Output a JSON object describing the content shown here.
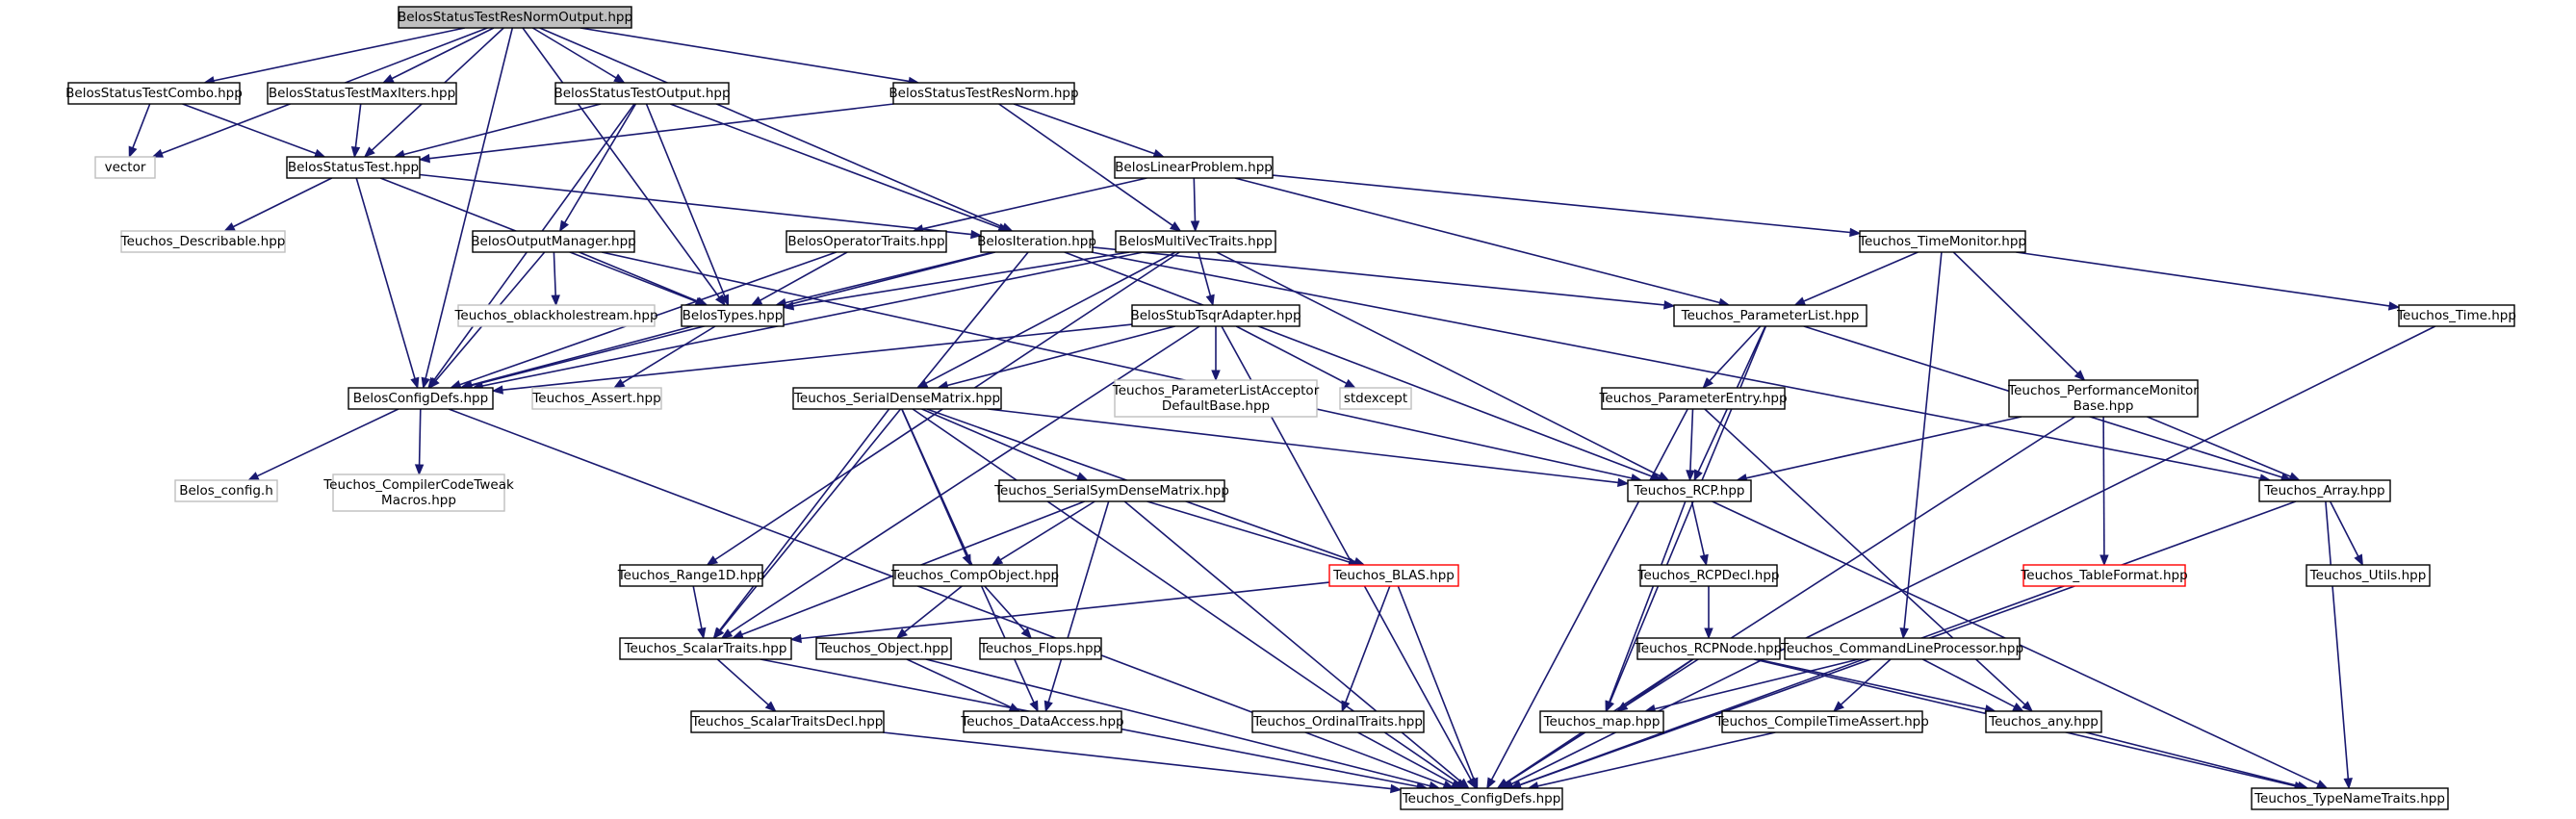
{
  "colors": {
    "edge": "#191970",
    "box_border": "#000000",
    "root_fill": "#bfbfbf",
    "missing_border": "#bfbfbf",
    "not_documented_border": "#ff0000"
  },
  "nodes": [
    {
      "id": "root",
      "label": [
        "BelosStatusTestResNormOutput.hpp"
      ],
      "style": "root"
    },
    {
      "id": "combo",
      "label": [
        "BelosStatusTestCombo.hpp"
      ],
      "style": "normal"
    },
    {
      "id": "maxiters",
      "label": [
        "BelosStatusTestMaxIters.hpp"
      ],
      "style": "normal"
    },
    {
      "id": "stoutput",
      "label": [
        "BelosStatusTestOutput.hpp"
      ],
      "style": "normal"
    },
    {
      "id": "resnorm",
      "label": [
        "BelosStatusTestResNorm.hpp"
      ],
      "style": "normal"
    },
    {
      "id": "vector",
      "label": [
        "vector"
      ],
      "style": "missing"
    },
    {
      "id": "st",
      "label": [
        "BelosStatusTest.hpp"
      ],
      "style": "normal"
    },
    {
      "id": "linprob",
      "label": [
        "BelosLinearProblem.hpp"
      ],
      "style": "normal"
    },
    {
      "id": "describable",
      "label": [
        "Teuchos_Describable.hpp"
      ],
      "style": "missing"
    },
    {
      "id": "outmgr",
      "label": [
        "BelosOutputManager.hpp"
      ],
      "style": "normal"
    },
    {
      "id": "optraits",
      "label": [
        "BelosOperatorTraits.hpp"
      ],
      "style": "normal"
    },
    {
      "id": "iteration",
      "label": [
        "BelosIteration.hpp"
      ],
      "style": "normal"
    },
    {
      "id": "mvtraits",
      "label": [
        "BelosMultiVecTraits.hpp"
      ],
      "style": "normal"
    },
    {
      "id": "timemon",
      "label": [
        "Teuchos_TimeMonitor.hpp"
      ],
      "style": "normal"
    },
    {
      "id": "oblack",
      "label": [
        "Teuchos_oblackholestream.hpp"
      ],
      "style": "missing"
    },
    {
      "id": "types",
      "label": [
        "BelosTypes.hpp"
      ],
      "style": "normal"
    },
    {
      "id": "stub",
      "label": [
        "BelosStubTsqrAdapter.hpp"
      ],
      "style": "normal"
    },
    {
      "id": "paramlist",
      "label": [
        "Teuchos_ParameterList.hpp"
      ],
      "style": "normal"
    },
    {
      "id": "time",
      "label": [
        "Teuchos_Time.hpp"
      ],
      "style": "normal"
    },
    {
      "id": "configdefs",
      "label": [
        "BelosConfigDefs.hpp"
      ],
      "style": "normal"
    },
    {
      "id": "assert",
      "label": [
        "Teuchos_Assert.hpp"
      ],
      "style": "missing"
    },
    {
      "id": "sdm",
      "label": [
        "Teuchos_SerialDenseMatrix.hpp"
      ],
      "style": "normal"
    },
    {
      "id": "placcept",
      "label": [
        "Teuchos_ParameterListAcceptor",
        "DefaultBase.hpp"
      ],
      "style": "missing"
    },
    {
      "id": "stdexcept",
      "label": [
        "stdexcept"
      ],
      "style": "missing"
    },
    {
      "id": "paramentry",
      "label": [
        "Teuchos_ParameterEntry.hpp"
      ],
      "style": "normal"
    },
    {
      "id": "perfmon",
      "label": [
        "Teuchos_PerformanceMonitor",
        "Base.hpp"
      ],
      "style": "normal"
    },
    {
      "id": "belosconfig",
      "label": [
        "Belos_config.h"
      ],
      "style": "missing"
    },
    {
      "id": "cctweak",
      "label": [
        "Teuchos_CompilerCodeTweak",
        "Macros.hpp"
      ],
      "style": "missing"
    },
    {
      "id": "ssdm",
      "label": [
        "Teuchos_SerialSymDenseMatrix.hpp"
      ],
      "style": "normal"
    },
    {
      "id": "rcp",
      "label": [
        "Teuchos_RCP.hpp"
      ],
      "style": "normal"
    },
    {
      "id": "array",
      "label": [
        "Teuchos_Array.hpp"
      ],
      "style": "normal"
    },
    {
      "id": "range1d",
      "label": [
        "Teuchos_Range1D.hpp"
      ],
      "style": "normal"
    },
    {
      "id": "compobj",
      "label": [
        "Teuchos_CompObject.hpp"
      ],
      "style": "normal"
    },
    {
      "id": "blas",
      "label": [
        "Teuchos_BLAS.hpp"
      ],
      "style": "red"
    },
    {
      "id": "rcpdecl",
      "label": [
        "Teuchos_RCPDecl.hpp"
      ],
      "style": "normal"
    },
    {
      "id": "tableformat",
      "label": [
        "Teuchos_TableFormat.hpp"
      ],
      "style": "red"
    },
    {
      "id": "utils",
      "label": [
        "Teuchos_Utils.hpp"
      ],
      "style": "normal"
    },
    {
      "id": "scalartraits",
      "label": [
        "Teuchos_ScalarTraits.hpp"
      ],
      "style": "normal"
    },
    {
      "id": "object",
      "label": [
        "Teuchos_Object.hpp"
      ],
      "style": "normal"
    },
    {
      "id": "flops",
      "label": [
        "Teuchos_Flops.hpp"
      ],
      "style": "normal"
    },
    {
      "id": "rcpnode",
      "label": [
        "Teuchos_RCPNode.hpp"
      ],
      "style": "normal"
    },
    {
      "id": "clp",
      "label": [
        "Teuchos_CommandLineProcessor.hpp"
      ],
      "style": "normal"
    },
    {
      "id": "stdecl",
      "label": [
        "Teuchos_ScalarTraitsDecl.hpp"
      ],
      "style": "normal"
    },
    {
      "id": "dataaccess",
      "label": [
        "Teuchos_DataAccess.hpp"
      ],
      "style": "normal"
    },
    {
      "id": "ordinal",
      "label": [
        "Teuchos_OrdinalTraits.hpp"
      ],
      "style": "normal"
    },
    {
      "id": "map",
      "label": [
        "Teuchos_map.hpp"
      ],
      "style": "normal"
    },
    {
      "id": "cta",
      "label": [
        "Teuchos_CompileTimeAssert.hpp"
      ],
      "style": "normal"
    },
    {
      "id": "any",
      "label": [
        "Teuchos_any.hpp"
      ],
      "style": "normal"
    },
    {
      "id": "tconfig",
      "label": [
        "Teuchos_ConfigDefs.hpp"
      ],
      "style": "normal"
    },
    {
      "id": "typename",
      "label": [
        "Teuchos_TypeNameTraits.hpp"
      ],
      "style": "normal"
    }
  ],
  "edges": [
    [
      "root",
      "combo"
    ],
    [
      "root",
      "maxiters"
    ],
    [
      "root",
      "stoutput"
    ],
    [
      "root",
      "resnorm"
    ],
    [
      "root",
      "vector"
    ],
    [
      "root",
      "st"
    ],
    [
      "root",
      "types"
    ],
    [
      "root",
      "iteration"
    ],
    [
      "root",
      "configdefs"
    ],
    [
      "combo",
      "vector"
    ],
    [
      "combo",
      "st"
    ],
    [
      "maxiters",
      "st"
    ],
    [
      "stoutput",
      "st"
    ],
    [
      "stoutput",
      "outmgr"
    ],
    [
      "stoutput",
      "types"
    ],
    [
      "stoutput",
      "iteration"
    ],
    [
      "stoutput",
      "configdefs"
    ],
    [
      "resnorm",
      "st"
    ],
    [
      "resnorm",
      "linprob"
    ],
    [
      "resnorm",
      "mvtraits"
    ],
    [
      "st",
      "describable"
    ],
    [
      "st",
      "types"
    ],
    [
      "st",
      "iteration"
    ],
    [
      "st",
      "configdefs"
    ],
    [
      "linprob",
      "optraits"
    ],
    [
      "linprob",
      "mvtraits"
    ],
    [
      "linprob",
      "timemon"
    ],
    [
      "linprob",
      "paramlist"
    ],
    [
      "outmgr",
      "oblack"
    ],
    [
      "outmgr",
      "types"
    ],
    [
      "outmgr",
      "configdefs"
    ],
    [
      "outmgr",
      "rcp"
    ],
    [
      "optraits",
      "types"
    ],
    [
      "optraits",
      "configdefs"
    ],
    [
      "iteration",
      "types"
    ],
    [
      "iteration",
      "configdefs"
    ],
    [
      "iteration",
      "paramlist"
    ],
    [
      "iteration",
      "rcp"
    ],
    [
      "iteration",
      "array"
    ],
    [
      "iteration",
      "scalartraits"
    ],
    [
      "mvtraits",
      "stub"
    ],
    [
      "mvtraits",
      "types"
    ],
    [
      "mvtraits",
      "configdefs"
    ],
    [
      "mvtraits",
      "sdm"
    ],
    [
      "mvtraits",
      "rcp"
    ],
    [
      "mvtraits",
      "range1d"
    ],
    [
      "timemon",
      "paramlist"
    ],
    [
      "timemon",
      "time"
    ],
    [
      "timemon",
      "perfmon"
    ],
    [
      "timemon",
      "clp"
    ],
    [
      "types",
      "configdefs"
    ],
    [
      "types",
      "assert"
    ],
    [
      "stub",
      "configdefs"
    ],
    [
      "stub",
      "sdm"
    ],
    [
      "stub",
      "placcept"
    ],
    [
      "stub",
      "stdexcept"
    ],
    [
      "stub",
      "tconfig"
    ],
    [
      "stub",
      "scalartraits"
    ],
    [
      "paramlist",
      "paramentry"
    ],
    [
      "paramlist",
      "rcp"
    ],
    [
      "paramlist",
      "array"
    ],
    [
      "paramlist",
      "map"
    ],
    [
      "time",
      "tconfig"
    ],
    [
      "configdefs",
      "belosconfig"
    ],
    [
      "configdefs",
      "cctweak"
    ],
    [
      "configdefs",
      "tconfig"
    ],
    [
      "sdm",
      "ssdm"
    ],
    [
      "sdm",
      "compobj"
    ],
    [
      "sdm",
      "blas"
    ],
    [
      "sdm",
      "rcp"
    ],
    [
      "sdm",
      "scalartraits"
    ],
    [
      "sdm",
      "dataaccess"
    ],
    [
      "sdm",
      "tconfig"
    ],
    [
      "paramentry",
      "rcp"
    ],
    [
      "paramentry",
      "any"
    ],
    [
      "paramentry",
      "tconfig"
    ],
    [
      "perfmon",
      "rcp"
    ],
    [
      "perfmon",
      "array"
    ],
    [
      "perfmon",
      "tableformat"
    ],
    [
      "perfmon",
      "tconfig"
    ],
    [
      "ssdm",
      "compobj"
    ],
    [
      "ssdm",
      "blas"
    ],
    [
      "ssdm",
      "scalartraits"
    ],
    [
      "ssdm",
      "dataaccess"
    ],
    [
      "ssdm",
      "tconfig"
    ],
    [
      "rcp",
      "rcpdecl"
    ],
    [
      "rcp",
      "map"
    ],
    [
      "rcp",
      "typename"
    ],
    [
      "array",
      "utils"
    ],
    [
      "array",
      "tconfig"
    ],
    [
      "array",
      "typename"
    ],
    [
      "range1d",
      "scalartraits"
    ],
    [
      "compobj",
      "object"
    ],
    [
      "compobj",
      "flops"
    ],
    [
      "blas",
      "scalartraits"
    ],
    [
      "blas",
      "ordinal"
    ],
    [
      "blas",
      "tconfig"
    ],
    [
      "rcpdecl",
      "rcpnode"
    ],
    [
      "tableformat",
      "tconfig"
    ],
    [
      "scalartraits",
      "stdecl"
    ],
    [
      "scalartraits",
      "tconfig"
    ],
    [
      "object",
      "dataaccess"
    ],
    [
      "object",
      "tconfig"
    ],
    [
      "rcpnode",
      "map"
    ],
    [
      "rcpnode",
      "any"
    ],
    [
      "rcpnode",
      "tconfig"
    ],
    [
      "rcpnode",
      "typename"
    ],
    [
      "clp",
      "map"
    ],
    [
      "clp",
      "cta"
    ],
    [
      "clp",
      "any"
    ],
    [
      "stdecl",
      "tconfig"
    ],
    [
      "ordinal",
      "tconfig"
    ],
    [
      "map",
      "tconfig"
    ],
    [
      "cta",
      "tconfig"
    ],
    [
      "any",
      "typename"
    ]
  ]
}
